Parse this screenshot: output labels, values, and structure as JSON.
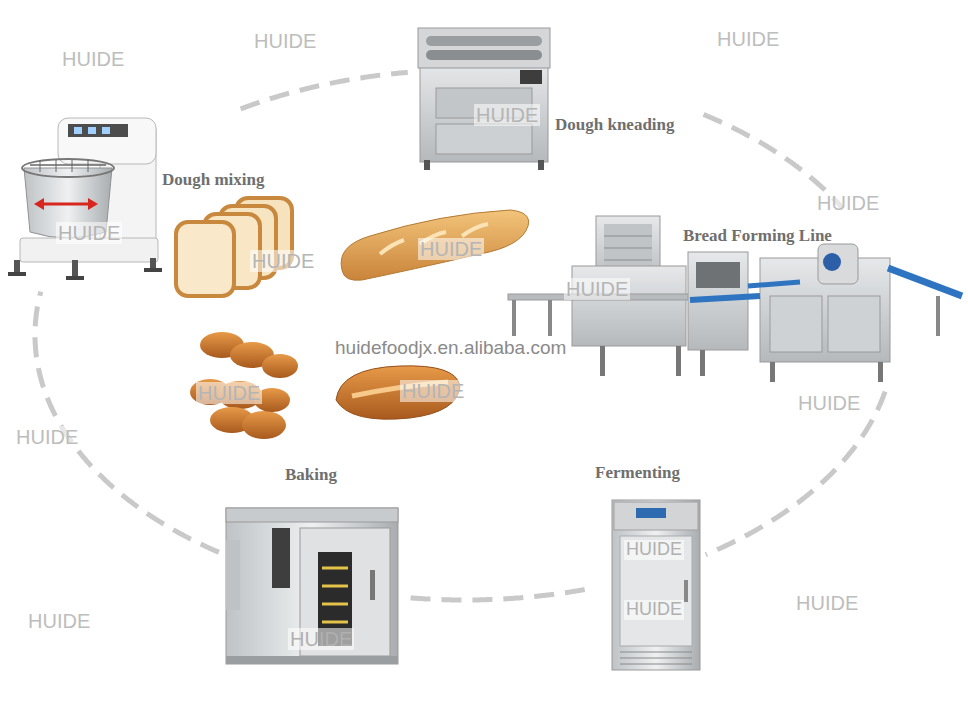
{
  "diagram": {
    "nodes": [
      {
        "text": [
          "Dough mixing"
        ]
      },
      {
        "text": [
          "Dough kneading"
        ]
      },
      {
        "text": [
          "Bread Forming Line"
        ]
      },
      {
        "text": [
          "Fermenting"
        ]
      },
      {
        "text": [
          "Baking"
        ]
      }
    ],
    "edges": [
      {
        "from": 0,
        "to": 1,
        "arrow": "none"
      },
      {
        "from": 1,
        "to": 2,
        "arrow": "none"
      },
      {
        "from": 2,
        "to": 3,
        "arrow": "none"
      },
      {
        "from": 3,
        "to": 4,
        "arrow": "none"
      },
      {
        "from": 4,
        "to": 0,
        "arrow": "none"
      }
    ],
    "labels": [
      "HUIDE",
      "HUIDE",
      "HUIDE",
      "HUIDE",
      "HUIDE",
      "HUIDE",
      "HUIDE",
      "HUIDE",
      "HUIDE",
      "huidefoodjx.en.alibaba.com",
      "HUIDE",
      "HUIDE",
      "HUIDE",
      "HUIDE",
      "HUIDE",
      "HUIDE",
      "HUIDE",
      "HUIDE",
      "HUIDE"
    ]
  }
}
